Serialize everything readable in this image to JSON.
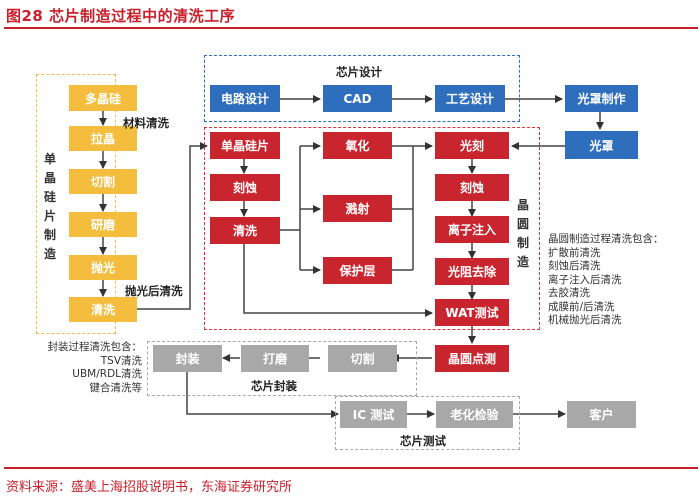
{
  "header": {
    "title": "图28  芯片制造过程中的清洗工序"
  },
  "footer": {
    "source": "资料来源：盛美上海招股说明书，东海证券研究所"
  },
  "colors": {
    "accent_red": "#c8202a",
    "wafer_box": "#c8252e",
    "design_box": "#2f6ebc",
    "silicon_box": "#f4bd3d",
    "package_box": "#a8a8a8"
  },
  "silicon": {
    "group_label": "单晶硅片制造",
    "steps": [
      "多晶硅",
      "拉晶",
      "切割",
      "研磨",
      "抛光",
      "清洗"
    ],
    "material_clean_label": "材料清洗",
    "post_polish_label": "抛光后清洗"
  },
  "design": {
    "group_label": "芯片设计",
    "steps": [
      "电路设计",
      "CAD",
      "工艺设计"
    ],
    "mask_make": "光罩制作",
    "mask": "光罩"
  },
  "wafer": {
    "group_label": "晶圆制造",
    "left": [
      "单晶硅片",
      "刻蚀",
      "清洗"
    ],
    "middle": [
      "氧化",
      "溅射",
      "保护层"
    ],
    "right": [
      "光刻",
      "刻蚀",
      "离子注入",
      "光阻去除",
      "WAT测试"
    ],
    "probe": "晶圆点测",
    "note": "晶圆制造过程清洗包含：\n扩散前清洗\n刻蚀后清洗\n离子注入后清洗\n去胶清洗\n成膜前/后清洗\n机械抛光后清洗"
  },
  "packaging": {
    "group_label": "芯片封装",
    "steps": [
      "封装",
      "打磨",
      "切割"
    ],
    "note": "封装过程清洗包含：\nTSV清洗\nUBM/RDL清洗\n键合清洗等"
  },
  "testing": {
    "group_label": "芯片测试",
    "steps": [
      "IC 测试",
      "老化检验"
    ],
    "customer": "客户"
  }
}
